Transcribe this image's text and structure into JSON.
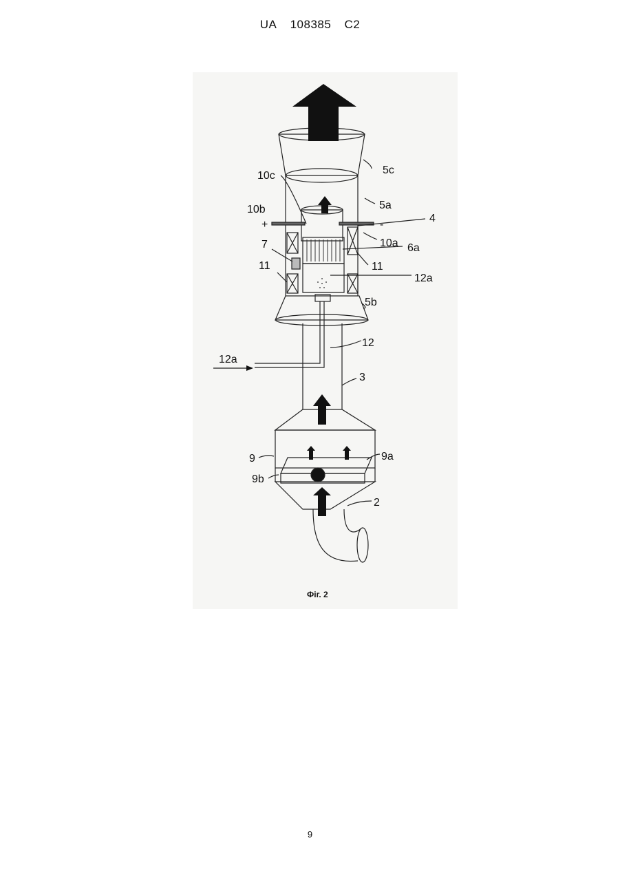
{
  "header": {
    "country": "UA",
    "number": "108385",
    "kind": "C2"
  },
  "figure": {
    "caption": "Фіг. 2",
    "labels": {
      "l5c": "5c",
      "l10c": "10c",
      "l5a": "5a",
      "l10b": "10b",
      "l4": "4",
      "plus": "+",
      "minus": "-",
      "l10a": "10a",
      "l7": "7",
      "l6a": "6a",
      "l11_left": "11",
      "l11_right": "11",
      "l12a_right": "12a",
      "l5b": "5b",
      "l12": "12",
      "l12a_left": "12a",
      "l3": "3",
      "l9": "9",
      "l9a": "9a",
      "l9b": "9b",
      "l2": "2"
    }
  },
  "footer": {
    "page_number": "9"
  }
}
